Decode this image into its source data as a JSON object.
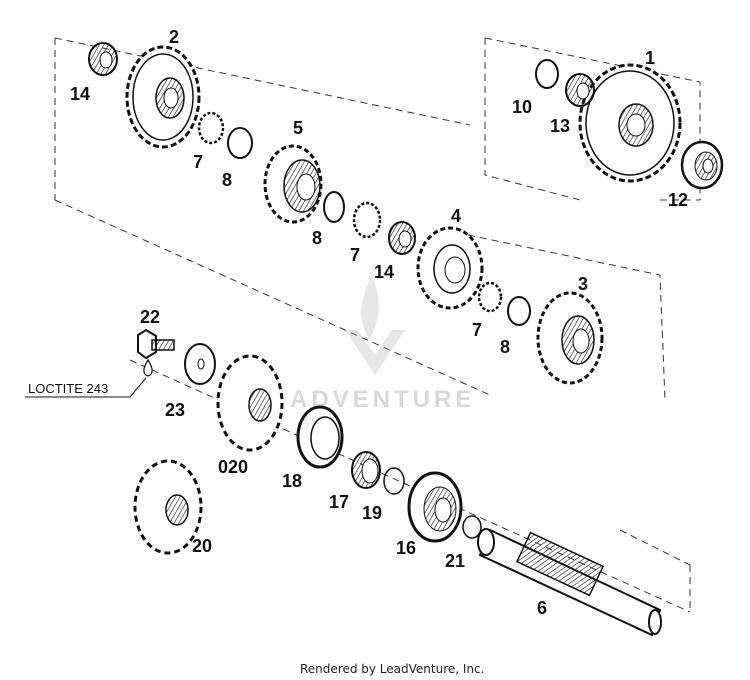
{
  "diagram": {
    "labels": {
      "p1": "1",
      "p2": "2",
      "p3": "3",
      "p4": "4",
      "p5": "5",
      "p6": "6",
      "p7a": "7",
      "p7b": "7",
      "p7c": "7",
      "p8a": "8",
      "p8b": "8",
      "p8c": "8",
      "p10": "10",
      "p12": "12",
      "p13": "13",
      "p14a": "14",
      "p14b": "14",
      "p16": "16",
      "p17": "17",
      "p18": "18",
      "p19": "19",
      "p20": "20",
      "p020": "020",
      "p21": "21",
      "p22": "22",
      "p23": "23"
    },
    "loctite": "LOCTITE 243",
    "watermark": "ADVENTURE",
    "footer": "Rendered by LeadVenture, Inc."
  }
}
